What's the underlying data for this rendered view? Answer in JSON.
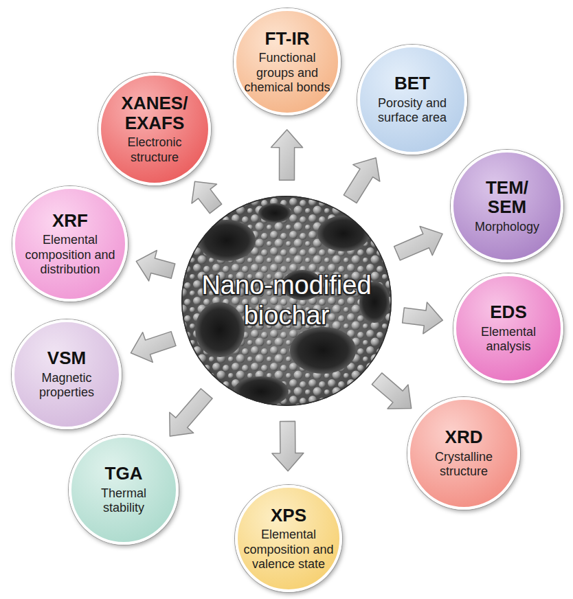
{
  "diagram": {
    "nodes": [
      {
        "text": [
          "Nano-modified biochar"
        ]
      },
      {
        "text": [
          "FT-IR",
          "Functional groups and chemical bonds"
        ]
      },
      {
        "text": [
          "BET",
          "Porosity and surface area"
        ]
      },
      {
        "text": [
          "TEM/ SEM",
          "Morphology"
        ]
      },
      {
        "text": [
          "EDS",
          "Elemental analysis"
        ]
      },
      {
        "text": [
          "XRD",
          "Crystalline structure"
        ]
      },
      {
        "text": [
          "XPS",
          "Elemental composition and valence state"
        ]
      },
      {
        "text": [
          "TGA",
          "Thermal stability"
        ]
      },
      {
        "text": [
          "VSM",
          "Magnetic properties"
        ]
      },
      {
        "text": [
          "XRF",
          "Elemental composition and distribution"
        ]
      },
      {
        "text": [
          "XANES/ EXAFS",
          "Electronic structure"
        ]
      }
    ],
    "edges": [
      {
        "from": 0,
        "to": 1,
        "arrow": "to"
      },
      {
        "from": 0,
        "to": 2,
        "arrow": "to"
      },
      {
        "from": 0,
        "to": 3,
        "arrow": "to"
      },
      {
        "from": 0,
        "to": 4,
        "arrow": "to"
      },
      {
        "from": 0,
        "to": 5,
        "arrow": "to"
      },
      {
        "from": 0,
        "to": 6,
        "arrow": "to"
      },
      {
        "from": 0,
        "to": 7,
        "arrow": "to"
      },
      {
        "from": 0,
        "to": 8,
        "arrow": "to"
      },
      {
        "from": 0,
        "to": 9,
        "arrow": "to"
      },
      {
        "from": 0,
        "to": 10,
        "arrow": "to"
      }
    ]
  }
}
